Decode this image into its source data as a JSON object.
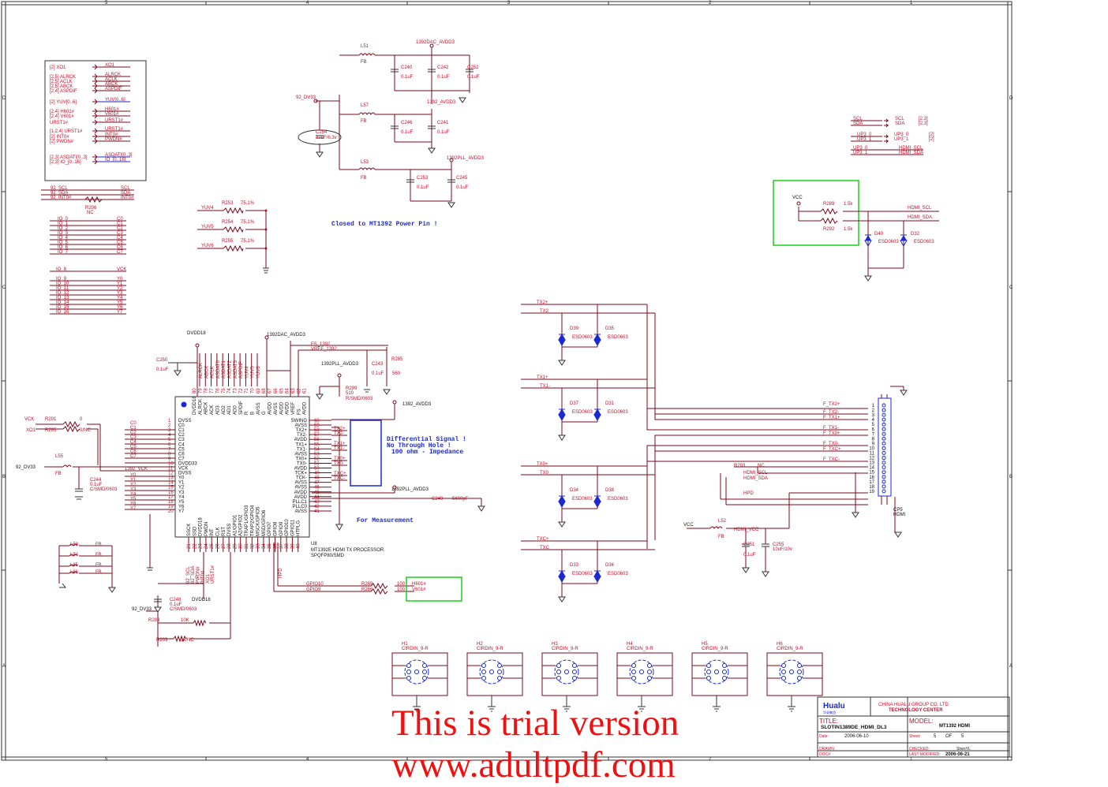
{
  "border_rows": [
    "D",
    "C",
    "B",
    "A"
  ],
  "border_cols": [
    "5",
    "4",
    "3",
    "2",
    "1"
  ],
  "port_block": [
    "[2]  XO1",
    "[2,5]  ALRCK",
    "[2,5]  ACLK",
    "[2,5]  ABCK",
    "[2,4]  ASPDIF",
    "[2]  YUV[0..6]",
    "[2,4]  H601#",
    "[2,4]  V601#",
    "URST1#",
    "[1,2,4]  URST1#",
    "[2]  INT0#",
    "[2]  PWDN#",
    "[2,3]  ASDATI[0..3]",
    "[2,3]  IO_[0..16]"
  ],
  "port_block_out": [
    "XO1",
    "ALRCK",
    "ACLK",
    "ABCK",
    "ASPDIF",
    "YUV[0..6]",
    "H601#",
    "V601#",
    "URST1#",
    "URST1#",
    "INT0#",
    "PWDN#",
    "ASDATI[0..3]",
    "IO_[0..16]"
  ],
  "i2c": [
    "92_SCL",
    "92_SDA",
    "92_INT0#"
  ],
  "i2c_out": [
    "SCL",
    "SDA",
    "INT0#"
  ],
  "r206": [
    "R206",
    "NC"
  ],
  "io_left": [
    "IO_0",
    "IO_1",
    "IO_2",
    "IO_3",
    "IO_4",
    "IO_5",
    "IO_6",
    "IO_7"
  ],
  "io_right": [
    "C0",
    "C1",
    "C2",
    "C3",
    "C4",
    "C5",
    "C6",
    "C7"
  ],
  "io2_left": [
    "IO_8",
    "IO_9",
    "IO_10",
    "IO_11",
    "IO_12",
    "IO_13",
    "IO_14",
    "IO_15",
    "IO_16"
  ],
  "io2_right": [
    "VCK",
    "Y0",
    "Y1",
    "Y2",
    "Y3",
    "Y4",
    "Y5",
    "Y6",
    "Y7"
  ],
  "power": {
    "avdd3": "1392DAC_AVDD3",
    "avdd3b": "1392_AVDD3",
    "pll": "1392PLL_AVDD3",
    "dv33": "92_DV33",
    "l51": "L51",
    "l57": "L57",
    "l53": "L53",
    "fb": "FB",
    "caps": [
      "C240",
      "C242",
      "C252",
      "C246",
      "C241",
      "C253",
      "C245"
    ],
    "cval": "0.1uF",
    "c254": [
      "C254",
      "47uF/6.3v"
    ],
    "note": "Closed to MT1392 Power Pin !"
  },
  "yuv_res": [
    {
      "net": "YUV4",
      "ref": "R253",
      "val": "75,1%"
    },
    {
      "net": "YUV5",
      "ref": "R254",
      "val": "75,1%"
    },
    {
      "net": "YUV6",
      "ref": "R255",
      "val": "75,1%"
    }
  ],
  "i2c_right": {
    "a": [
      "SCL",
      "SDA"
    ],
    "b": [
      "SCL",
      "SDA"
    ],
    "c": [
      "[2,3]",
      "[2,3]"
    ],
    "up": [
      "UP3_0",
      "UP3_1"
    ],
    "up2": [
      "UP3_0",
      "UP3_1"
    ],
    "upr": [
      "[2]",
      "[2]"
    ],
    "hdmi": [
      "UP3_0",
      "UP3_1"
    ],
    "hdmi2": [
      "HDMI_SCL",
      "HDMI_SDA"
    ]
  },
  "hdmi_pullup": {
    "vcc": "VCC",
    "r1": "R289",
    "r2": "R292",
    "rv": "1.5k",
    "n1": "HDMI_SCL",
    "n2": "HDMI_SDA",
    "d1": "D40",
    "d2": "D32",
    "esd": "ESD0603"
  },
  "chip": {
    "ref": "U8",
    "name": "MT1392E HDMI TX PROCESSOR",
    "pkg": "SPQFP80/SMD",
    "dvdd18": "DVDD18",
    "left_pins": [
      {
        "n": "1",
        "s": "DVSS"
      },
      {
        "n": "2",
        "s": "C0"
      },
      {
        "n": "3",
        "s": "C1"
      },
      {
        "n": "4",
        "s": "C2"
      },
      {
        "n": "5",
        "s": "C3"
      },
      {
        "n": "6",
        "s": "C4"
      },
      {
        "n": "7",
        "s": "C5"
      },
      {
        "n": "8",
        "s": "C6"
      },
      {
        "n": "9",
        "s": "C7"
      },
      {
        "n": "10",
        "s": "DVDD33"
      },
      {
        "n": "11",
        "s": "VCK"
      },
      {
        "n": "12",
        "s": "DVSS"
      },
      {
        "n": "13",
        "s": "Y0"
      },
      {
        "n": "14",
        "s": "Y1"
      },
      {
        "n": "15",
        "s": "Y2"
      },
      {
        "n": "16",
        "s": "Y3"
      },
      {
        "n": "17",
        "s": "Y4"
      },
      {
        "n": "18",
        "s": "Y5"
      },
      {
        "n": "19",
        "s": "Y6"
      },
      {
        "n": "20",
        "s": "Y7"
      }
    ],
    "left_nets": [
      "C0",
      "C1",
      "C2",
      "C3",
      "C4",
      "C5",
      "C6",
      "C7",
      "1392_VCK",
      "Y0",
      "Y1",
      "Y2",
      "Y3",
      "Y4",
      "Y5",
      "Y6",
      "Y7"
    ],
    "right_pins": [
      {
        "n": "60",
        "s": "SWING"
      },
      {
        "n": "59",
        "s": "AVSS"
      },
      {
        "n": "58",
        "s": "TX2+"
      },
      {
        "n": "57",
        "s": "TX2-"
      },
      {
        "n": "56",
        "s": "AVDD"
      },
      {
        "n": "55",
        "s": "TX1+"
      },
      {
        "n": "54",
        "s": "TX1-"
      },
      {
        "n": "53",
        "s": "AVSS"
      },
      {
        "n": "52",
        "s": "TX0+"
      },
      {
        "n": "51",
        "s": "TX0-"
      },
      {
        "n": "50",
        "s": "AVDD"
      },
      {
        "n": "49",
        "s": "TCK+"
      },
      {
        "n": "48",
        "s": "TCK-"
      },
      {
        "n": "47",
        "s": "AVSS"
      },
      {
        "n": "46",
        "s": "AVSS"
      },
      {
        "n": "45",
        "s": "AVDD"
      },
      {
        "n": "44",
        "s": "AVDD"
      },
      {
        "n": "43",
        "s": "PLLC1"
      },
      {
        "n": "42",
        "s": "PLLC0"
      },
      {
        "n": "41",
        "s": "AVSS"
      }
    ],
    "right_nets": [
      "TX2+",
      "TX2-",
      "TX1+",
      "TX1-",
      "TX0+",
      "TX0-",
      "TXC+",
      "TXC-"
    ],
    "top_pins": [
      "80",
      "79",
      "78",
      "77",
      "76",
      "75",
      "74",
      "73",
      "72",
      "71",
      "70",
      "69",
      "68",
      "67",
      "66",
      "65",
      "64",
      "63",
      "62",
      "61"
    ],
    "top_sigs": [
      "DVDD18",
      "ALRCK",
      "ABCK",
      "ACK",
      "AD3",
      "AD2",
      "AD1",
      "AD0",
      "SPDIF",
      "R",
      "B",
      "AVSS",
      "G",
      "AVDD",
      "AVSS",
      "AVDD",
      "AVDD",
      "VREF",
      "FS",
      "AVDD"
    ],
    "top_nets": [
      "ALRCK",
      "ABCK",
      "ACLK",
      "ASDAT0",
      "ASDAT1",
      "ASDAT2",
      "ASDAT3",
      "ASPDIF",
      "YUV4",
      "YUV5",
      "YUV6"
    ],
    "bottom_pins": [
      "21",
      "22",
      "23",
      "24",
      "25",
      "26",
      "27",
      "28",
      "29",
      "30",
      "31",
      "32",
      "33",
      "34",
      "35",
      "36",
      "37",
      "38",
      "39",
      "40"
    ],
    "bottom_sigs": [
      "SSCK",
      "SSD",
      "DVDD18",
      "PWDN",
      "INT",
      "CLK",
      "RST",
      "DVSS",
      "A1/GPIO1",
      "A2/GPIO2",
      "TRAP1/GPIO3",
      "TRAP2/GPIO4",
      "MSCK/GPIO5",
      "MSD/GPIO6",
      "GPIO7",
      "GPIO8",
      "GPIO9",
      "GPIO10",
      "GPIO11",
      "HTPLG"
    ],
    "bottom_nets": [
      "92_SCL",
      "92_SDA",
      "PWDN#",
      "INT0#",
      "XO1",
      "URST1#"
    ],
    "fs": "FS_1392",
    "vref": "VREF_1392",
    "r299": [
      "R299",
      "510",
      "R/SMD/0603"
    ],
    "c243": [
      "C243",
      "0.1uF"
    ],
    "r285": [
      "R285",
      "560"
    ],
    "c250": [
      "C250",
      "0.1uF"
    ],
    "pll2": "1392PLL_AVDD3",
    "c249": [
      "C249",
      "5600pF"
    ],
    "meas": "For Measurement",
    "diff": [
      "Differential Signal !",
      "No Through Hole !",
      "100 ohm - Impedance"
    ]
  },
  "left_misc": {
    "vck": "VCK",
    "r291": [
      "R291",
      "0"
    ],
    "xo1": "XO1",
    "r295": [
      "R295",
      "0/NC"
    ],
    "dv33": "92_DV33",
    "l55": "L55",
    "fb": "FB",
    "c244": [
      "C244",
      "0.1uF",
      "C/SMD/0603"
    ],
    "l_list": [
      "L58",
      "L54",
      "L65",
      "L66"
    ],
    "c248": [
      "C248",
      "0.1uF",
      "C/SMD/0603"
    ],
    "dvdd18": "DVDD18",
    "dv33b": "92_DV33",
    "r283": [
      "R283",
      "10K"
    ],
    "r203": [
      "R203",
      "1k/NC"
    ]
  },
  "gpio": {
    "h": "HPD",
    "g10": "GPIO10",
    "g9": "GPIO9",
    "r1": "R269",
    "r2": "R266",
    "v": "100",
    "o1": "H601#",
    "o2": "V601#"
  },
  "esd_pairs": [
    {
      "p": "TX2+",
      "n": "TX2",
      "d1": "D39",
      "d2": "D35"
    },
    {
      "p": "TX1+",
      "n": "TX1-",
      "d1": "D37",
      "d2": "D31"
    },
    {
      "p": "TX0+",
      "n": "TX0",
      "d1": "D34",
      "d2": "D38"
    },
    {
      "p": "TXC+",
      "n": "TXC",
      "d1": "D33",
      "d2": "D36"
    }
  ],
  "esd": "ESD0603",
  "hdmi_conn": {
    "ref": "CP5",
    "name": "HDMI",
    "nets": [
      "F_TX2+",
      "F_TX2-",
      "F_TX1+",
      "F_TX1-",
      "F_TX0+",
      "F_TX0-",
      "F_TXC+",
      "F_TXC-",
      "HDMI_SCL",
      "HDMI_SDA",
      "HPD"
    ],
    "pins": [
      "1",
      "2",
      "3",
      "4",
      "5",
      "6",
      "7",
      "8",
      "9",
      "10",
      "11",
      "12",
      "13",
      "14",
      "15",
      "16",
      "17",
      "18",
      "19"
    ],
    "r293": [
      "R293",
      "NC"
    ],
    "vcc": "VCC",
    "l52": [
      "L52",
      "FB"
    ],
    "hv": "HDMI_VCC",
    "c251": [
      "C251",
      "0.1uF"
    ],
    "c255": [
      "C255",
      "10uF/10v"
    ]
  },
  "holes": [
    {
      "ref": "H1",
      "type": "CIRDIN_9-R"
    },
    {
      "ref": "H2",
      "type": "CIRDIN_9-R"
    },
    {
      "ref": "H3",
      "type": "CIRDIN_9-R"
    },
    {
      "ref": "H4",
      "type": "CIRDIN_9-R"
    },
    {
      "ref": "H5",
      "type": "CIRDIN_9-R"
    },
    {
      "ref": "H6",
      "type": "CIRDIN_9-R"
    }
  ],
  "title_block": {
    "logo": "Hualu",
    "logo_sub": "华录集团",
    "company": "CHINA HUALU GROUP CO. LTD",
    "center": "TECHNOLOGY CENTER",
    "title_lbl": "TITLE:",
    "title": "SLOTIN1389DE_HDMI_DL3",
    "model_lbl": "MODEL:",
    "model": "MT1392 HDMI",
    "date_lbl": "Date:",
    "date": "2006-06-10",
    "sheet_lbl": "Sheet:",
    "sheet": "5",
    "of": "OF",
    "sheets": "5",
    "drawn_lbl": "DRAWN:",
    "doc_lbl": "DOC#:",
    "checked_lbl": "CHECKED:",
    "checked": "ShenYL",
    "mod_lbl": "LAST MODIFIED:",
    "mod": "2006-06-21"
  },
  "watermark": [
    "This is trial version",
    "www.adultpdf.com"
  ]
}
